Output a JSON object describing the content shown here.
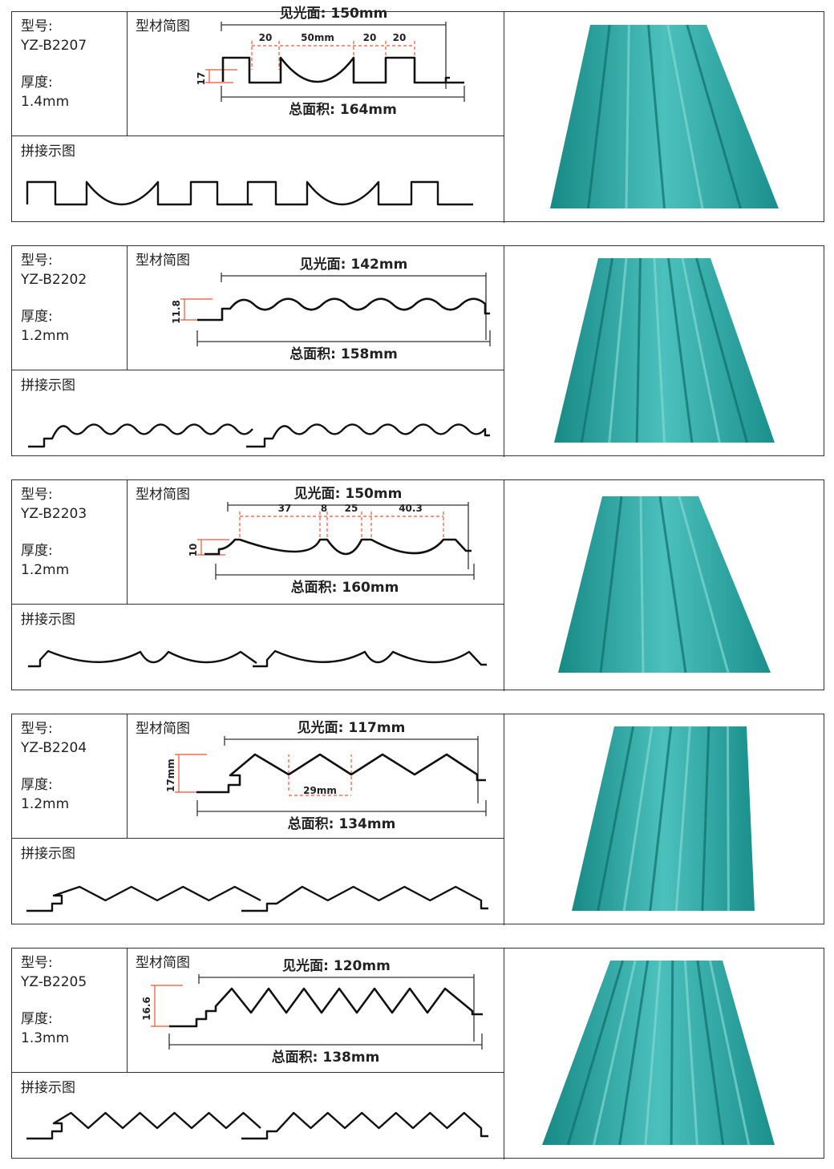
{
  "labels": {
    "model": "型号:",
    "thickness": "厚度:",
    "diagram": "型材简图",
    "splice": "拼接示图"
  },
  "accent": "#1fa5a0",
  "sections": [
    {
      "model": "YZ-B2207",
      "thickness": "1.4mm",
      "visible": "见光面: 150mm",
      "total": "总面积: 164mm",
      "height": "17",
      "dims": [
        "20",
        "50mm",
        "20",
        "20"
      ]
    },
    {
      "model": "YZ-B2202",
      "thickness": "1.2mm",
      "visible": "见光面: 142mm",
      "total": "总面积: 158mm",
      "height": "11.8",
      "dims": []
    },
    {
      "model": "YZ-B2203",
      "thickness": "1.2mm",
      "visible": "见光面: 150mm",
      "total": "总面积: 160mm",
      "height": "10",
      "dims": [
        "37",
        "8",
        "25",
        "40.3"
      ]
    },
    {
      "model": "YZ-B2204",
      "thickness": "1.2mm",
      "visible": "见光面: 117mm",
      "total": "总面积: 134mm",
      "height": "17mm",
      "dims": [
        "29mm"
      ]
    },
    {
      "model": "YZ-B2205",
      "thickness": "1.3mm",
      "visible": "见光面: 120mm",
      "total": "总面积: 138mm",
      "height": "16.6",
      "dims": []
    }
  ]
}
